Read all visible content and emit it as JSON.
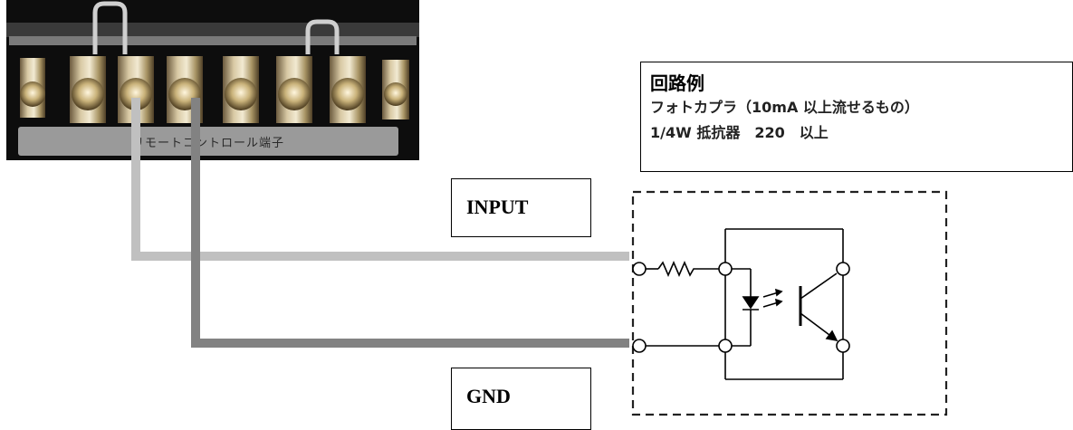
{
  "terminal_block": {
    "label": "リモートコントロール端子"
  },
  "info_box": {
    "title": "回路例",
    "line1": "フォトカプラ（10mA 以上流せるもの）",
    "line2": "1/4W 抵抗器　220　以上"
  },
  "signals": {
    "input": "INPUT",
    "gnd": "GND"
  },
  "colors": {
    "input_wire": "#c0c0c0",
    "gnd_wire": "#828282",
    "terminal_body": "#0d0d0d"
  },
  "icons": {
    "resistor": "resistor-symbol",
    "led": "led-symbol",
    "phototransistor": "phototransistor-symbol"
  }
}
